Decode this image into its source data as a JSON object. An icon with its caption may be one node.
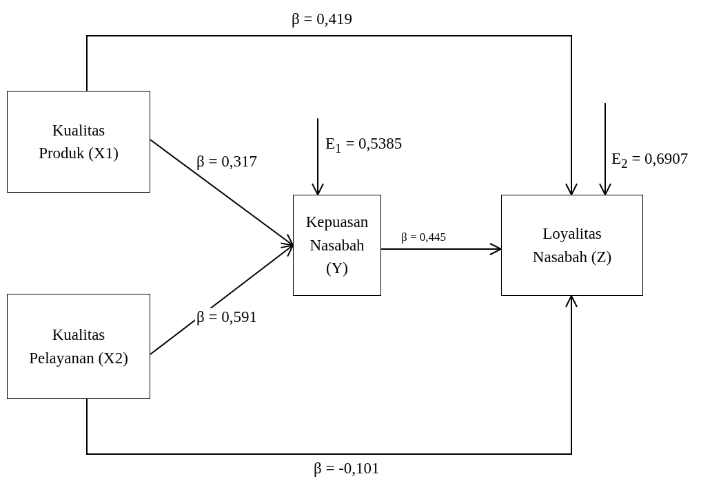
{
  "diagram": {
    "nodes": [
      {
        "text": [
          "Kualitas Produk (X1)"
        ]
      },
      {
        "text": [
          "Kualitas Pelayanan (X2)"
        ]
      },
      {
        "text": [
          "Kepuasan Nasabah (Y)"
        ]
      },
      {
        "text": [
          "Loyalitas Nasabah (Z)"
        ]
      }
    ],
    "edges": [
      {
        "from": 0,
        "to": 2,
        "arrow": "to",
        "label": "β = 0,317"
      },
      {
        "from": 1,
        "to": 2,
        "arrow": "to",
        "label": "β = 0,591"
      },
      {
        "from": 2,
        "to": 3,
        "arrow": "to",
        "label": "β = 0,445"
      },
      {
        "from": 0,
        "to": 3,
        "arrow": "to",
        "label": "β = 0,419"
      },
      {
        "from": 1,
        "to": 3,
        "arrow": "to",
        "label": "β = -0,101"
      },
      {
        "from": null,
        "to": 2,
        "arrow": "to",
        "label": "E$_{1}$ = 0,5385"
      },
      {
        "from": null,
        "to": 3,
        "arrow": "to",
        "label": "E$_{2}$ = 0,6907"
      }
    ]
  }
}
